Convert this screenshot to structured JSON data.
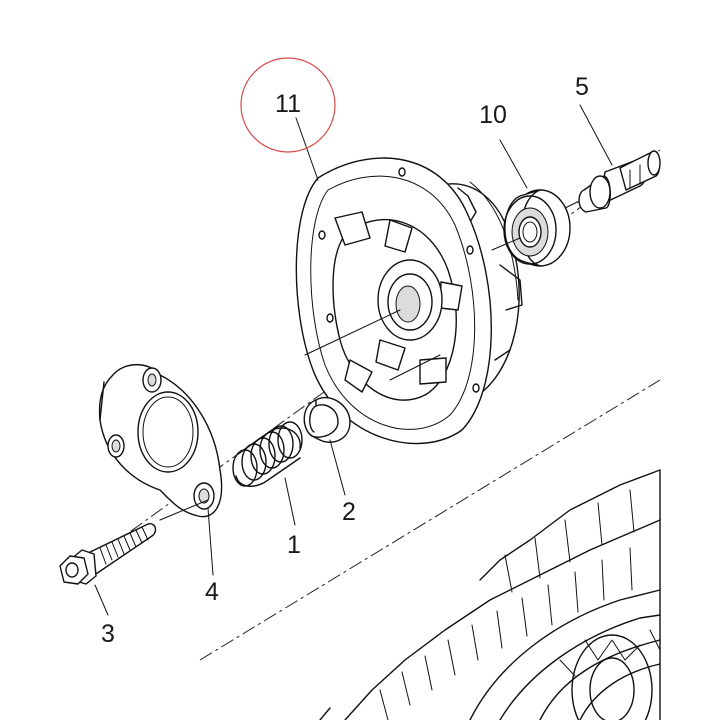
{
  "callouts": [
    {
      "id": "part-1",
      "label": "1"
    },
    {
      "id": "part-2",
      "label": "2"
    },
    {
      "id": "part-3",
      "label": "3"
    },
    {
      "id": "part-4",
      "label": "4"
    },
    {
      "id": "part-5",
      "label": "5"
    },
    {
      "id": "part-10",
      "label": "10"
    },
    {
      "id": "part-11",
      "label": "11"
    }
  ],
  "highlight": {
    "target": "part-11",
    "color": "#d94a4a"
  },
  "colors": {
    "line": "#111111",
    "background": "#ffffff"
  }
}
